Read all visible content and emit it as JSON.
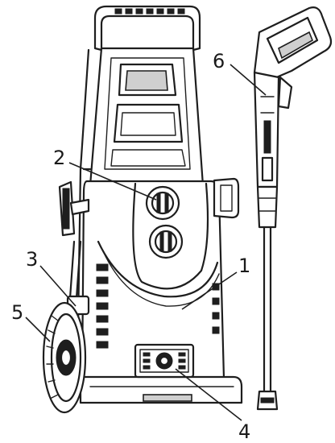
{
  "callouts": {
    "c1": "1",
    "c2": "2",
    "c3": "3",
    "c4": "4",
    "c5": "5",
    "c6": "6"
  },
  "colors": {
    "ink": "#1e1e1e",
    "background": "#ffffff"
  }
}
